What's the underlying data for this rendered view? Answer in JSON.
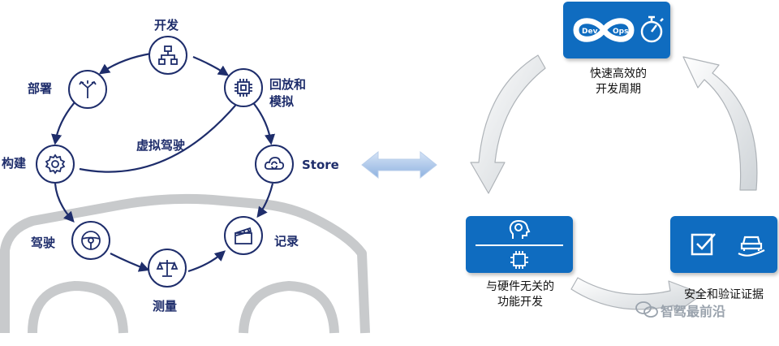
{
  "left": {
    "nodes": {
      "develop": "开发",
      "deploy": "部署",
      "replay": "回放和\n模拟",
      "build": "构建",
      "store": "Store",
      "drive": "驾驶",
      "record": "记录",
      "measure": "测量"
    },
    "center_label": "虚拟驾驶"
  },
  "right": {
    "devops_box": {
      "dev": "Dev",
      "ops": "Ops"
    },
    "top_caption": "快速高效的\n开发周期",
    "left_caption": "与硬件无关的\n功能开发",
    "right_caption": "安全和验证证据"
  },
  "watermark": "智驾最前沿",
  "colors": {
    "navy": "#1e2d6b",
    "blue_box": "#0f6cc0",
    "car_gray": "#c8cacc",
    "double_arrow": "#a9c4e8"
  }
}
